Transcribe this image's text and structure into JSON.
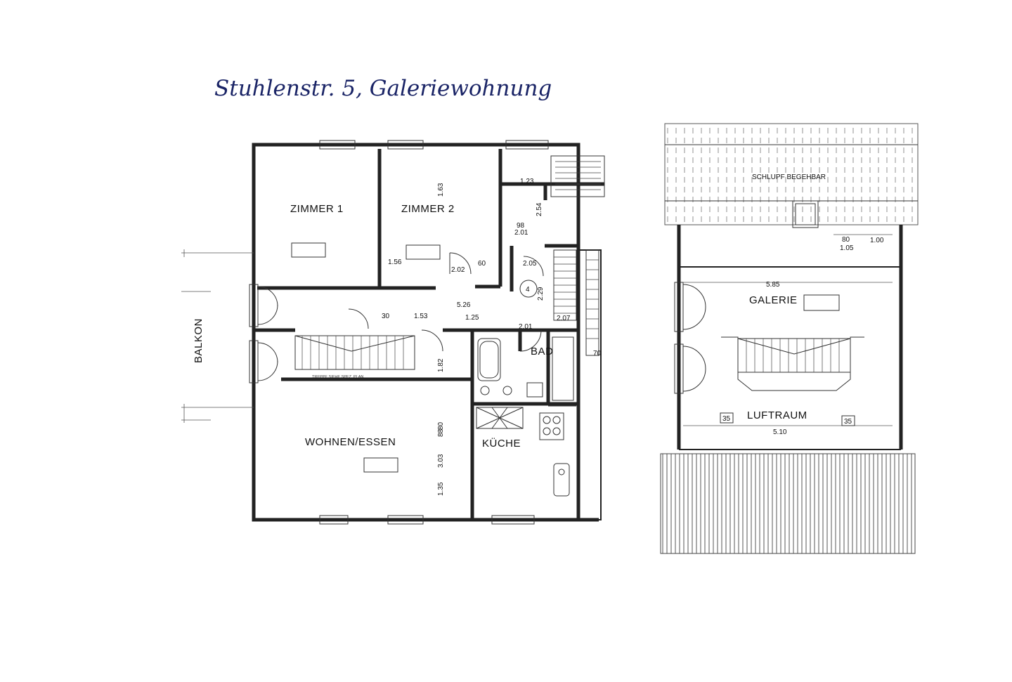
{
  "title": "Stuhlenstr. 5, Galeriewohnung",
  "rooms": {
    "zimmer1": "ZIMMER 1",
    "zimmer2": "ZIMMER 2",
    "balkon": "BALKON",
    "bad": "BAD",
    "wohnen": "WOHNEN/ESSEN",
    "kueche": "KÜCHE",
    "galerie": "GALERIE",
    "luftraum": "LUFTRAUM",
    "schlupf": "SCHLUPF BEGEHBAR"
  },
  "annotations": {
    "treppe": "TREPPE SIEHE SPEZ. PLAN",
    "stair_number": "4"
  },
  "dimensions": {
    "d_163": "1.63",
    "d_123": "1.23",
    "d_98": "98",
    "d_201a": "2.01",
    "d_254": "2.54",
    "d_156": "1.56",
    "d_202": "2.02",
    "d_60": "60",
    "d_205": "2.05",
    "d_229": "2.29",
    "d_30": "30",
    "d_153": "1.53",
    "d_526": "5.26",
    "d_125": "1.25",
    "d_201b": "2.01",
    "d_207": "2.07",
    "d_182": "1.82",
    "d_303": "3.03",
    "d_88": "88",
    "d_80": "80",
    "d_135": "1.35",
    "d_70": "70",
    "d_105": "1.05",
    "d_100": "1.00",
    "d_585": "5.85",
    "d_35a": "35",
    "d_35b": "35",
    "d_510": "5.10",
    "d_80b": "80"
  },
  "colors": {
    "ink": "#222222",
    "title_ink": "#1a2466",
    "paper": "#ffffff"
  }
}
